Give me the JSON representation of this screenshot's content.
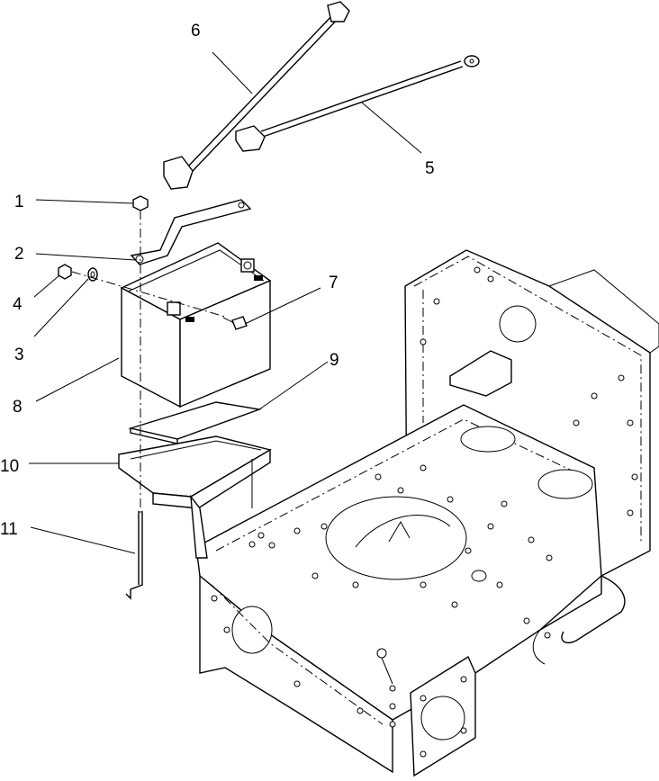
{
  "colors": {
    "background": "#ffffff",
    "line": "#000000"
  },
  "callouts": {
    "c1": "1",
    "c2": "2",
    "c3": "3",
    "c4": "4",
    "c5": "5",
    "c6": "6",
    "c7": "7",
    "c8": "8",
    "c9": "9",
    "c10": "10",
    "c11": "11"
  }
}
